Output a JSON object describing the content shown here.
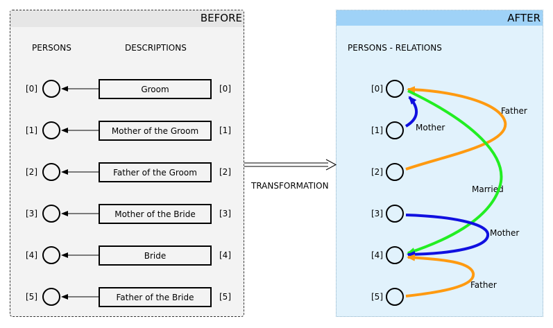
{
  "before": {
    "title": "BEFORE",
    "persons_header": "PERSONS",
    "descriptions_header": "DESCRIPTIONS",
    "persons": [
      "[0]",
      "[1]",
      "[2]",
      "[3]",
      "[4]",
      "[5]"
    ],
    "descriptions": [
      {
        "label": "Groom",
        "index": "[0]"
      },
      {
        "label": "Mother of the Groom",
        "index": "[1]"
      },
      {
        "label": "Father of the Groom",
        "index": "[2]"
      },
      {
        "label": "Mother of the Bride",
        "index": "[3]"
      },
      {
        "label": "Bride",
        "index": "[4]"
      },
      {
        "label": "Father of the Bride",
        "index": "[5]"
      }
    ]
  },
  "transformation_label": "TRANSFORMATION",
  "after": {
    "title": "AFTER",
    "header": "PERSONS - RELATIONS",
    "persons": [
      "[0]",
      "[1]",
      "[2]",
      "[3]",
      "[4]",
      "[5]"
    ],
    "relations": [
      {
        "from": "[1]",
        "to": "[0]",
        "label": "Mother",
        "color": "#1010e0"
      },
      {
        "from": "[2]",
        "to": "[0]",
        "label": "Father",
        "color": "#ff9a10"
      },
      {
        "from": "[0]",
        "to": "[4]",
        "label": "Married",
        "color": "#22ee22"
      },
      {
        "from": "[3]",
        "to": "[4]",
        "label": "Mother",
        "color": "#1010e0"
      },
      {
        "from": "[5]",
        "to": "[4]",
        "label": "Father",
        "color": "#ff9a10"
      }
    ]
  }
}
